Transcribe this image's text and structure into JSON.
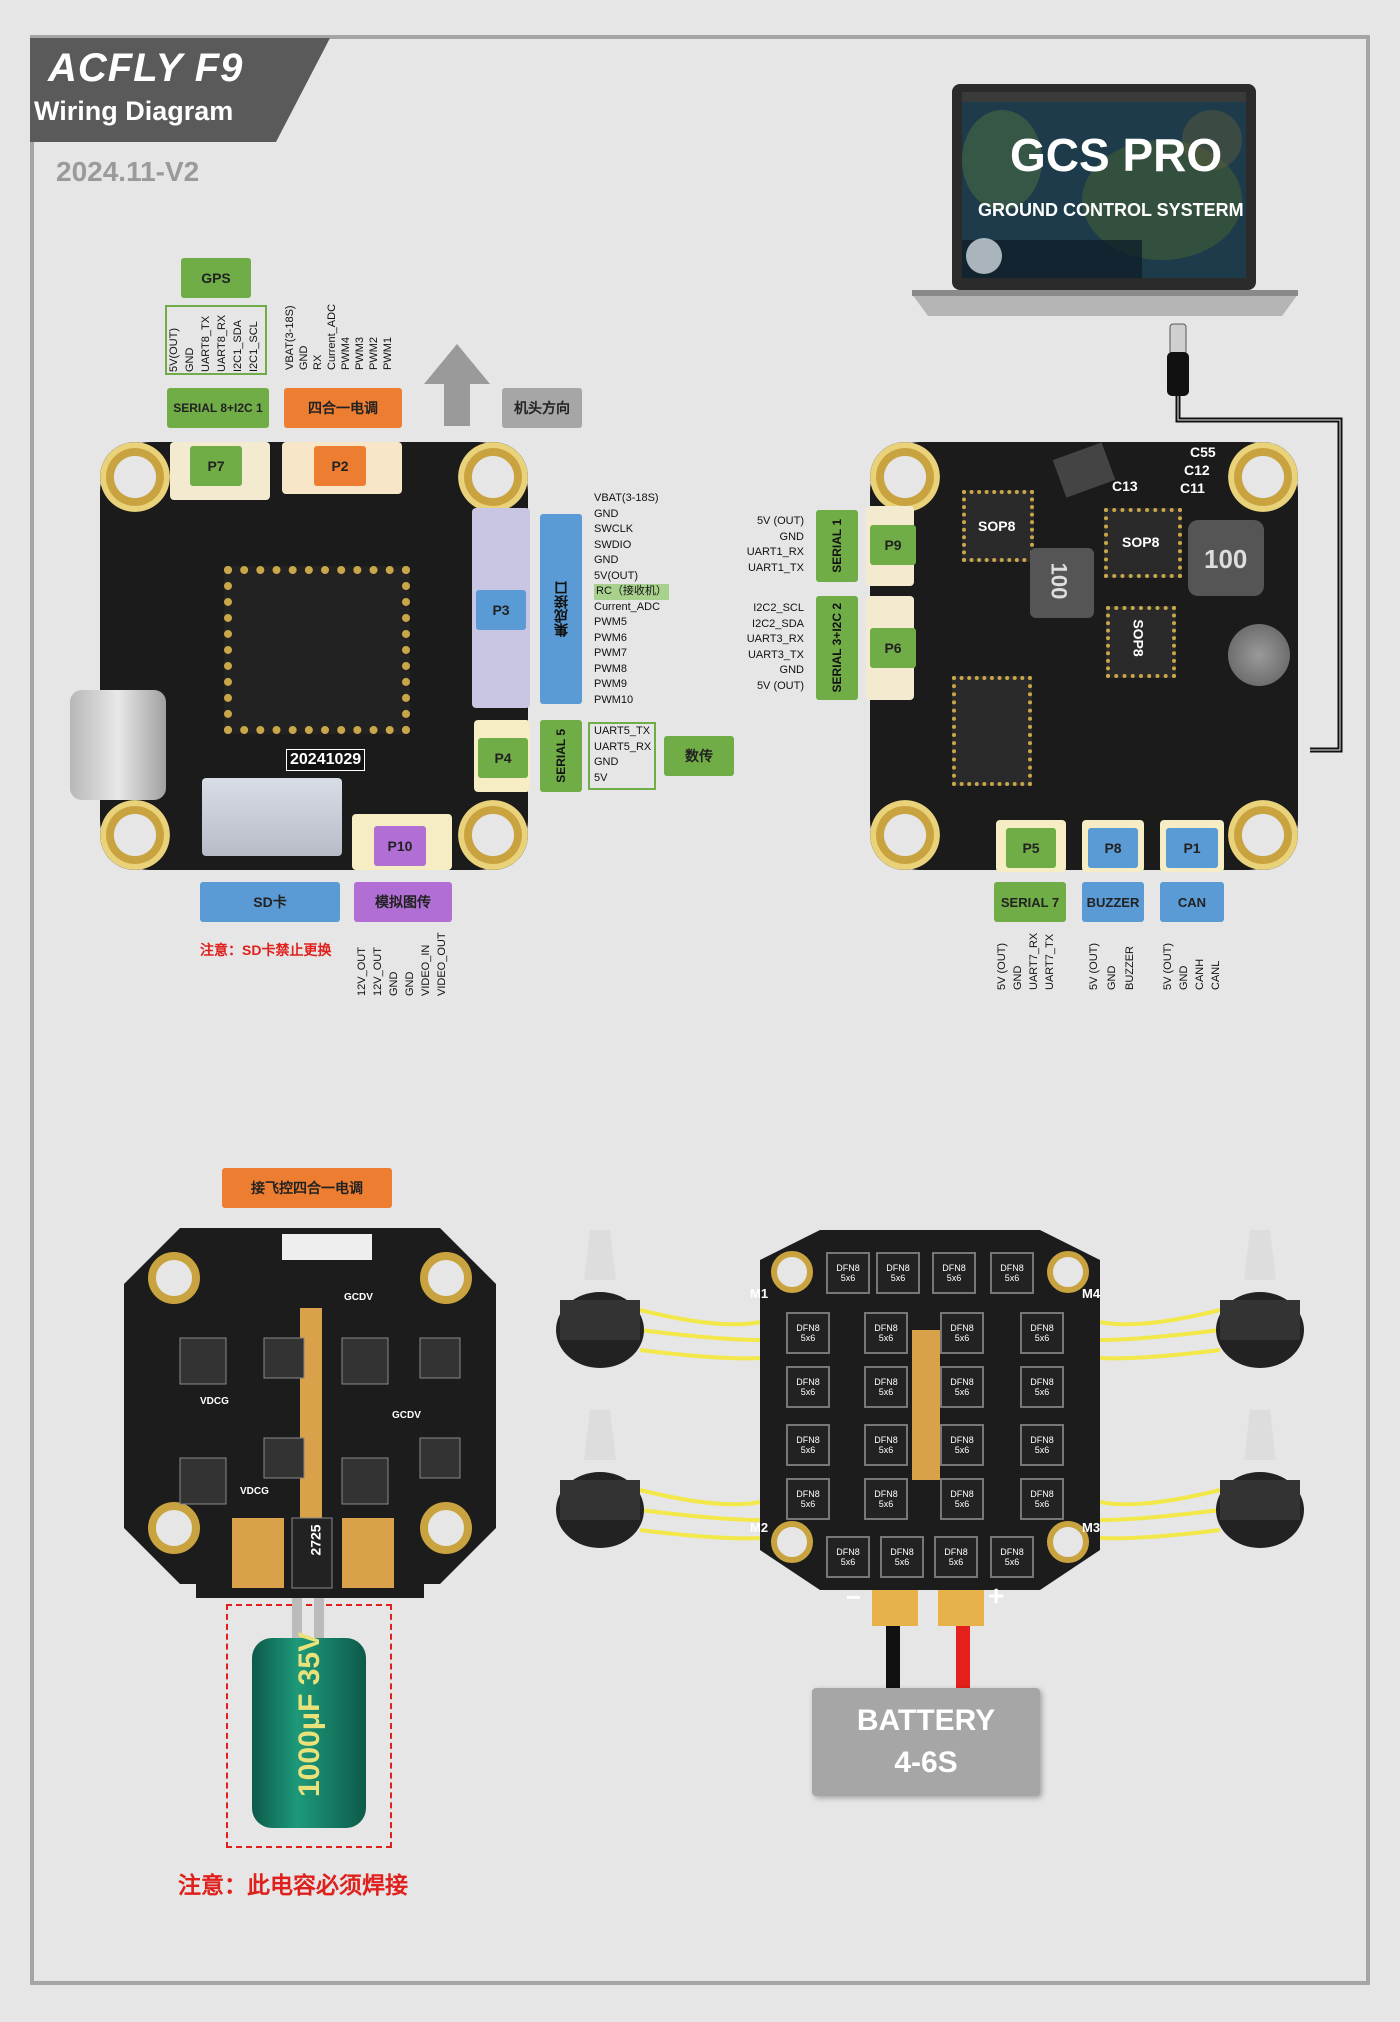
{
  "header": {
    "brand": "ACFLY F9",
    "subtitle": "Wiring Diagram",
    "version": "2024.11-V2"
  },
  "laptop": {
    "title": "GCS PRO",
    "subtitle": "GROUND CONTROL SYSTERM"
  },
  "fc_left": {
    "chip_label": "20241029",
    "gps_label": "GPS",
    "gps_pins": [
      "5V(OUT)",
      "GND",
      "UART8_TX",
      "UART8_RX",
      "I2C1_SDA",
      "I2C1_SCL"
    ],
    "esc_pins": [
      "VBAT(3-18S)",
      "GND",
      "RX",
      "Current_ADC",
      "PWM4",
      "PWM3",
      "PWM2",
      "PWM1"
    ],
    "serial8_label": "SERIAL 8+I2C 1",
    "esc_label": "四合一电调",
    "heading_label": "机头方向",
    "p7": "P7",
    "p2": "P2",
    "p3": "P3",
    "p4": "P4",
    "p10": "P10",
    "p3_group": "集成接口",
    "p3_pins": [
      "VBAT(3-18S)",
      "GND",
      "SWCLK",
      "SWDIO",
      "GND",
      "5V(OUT)",
      "RC（接收机）",
      "Current_ADC",
      "PWM5",
      "PWM6",
      "PWM7",
      "PWM8",
      "PWM9",
      "PWM10"
    ],
    "serial5_label": "SERIAL 5",
    "p4_pins": [
      "UART5_TX",
      "UART5_RX",
      "GND",
      "5V"
    ],
    "telemetry_label": "数传",
    "sd_label": "SD卡",
    "sd_note": "注意：SD卡禁止更换",
    "video_label": "模拟图传",
    "video_pins": [
      "12V_OUT",
      "12V_OUT",
      "GND",
      "GND",
      "VIDEO_IN",
      "VIDEO_OUT"
    ]
  },
  "fc_right": {
    "p9": "P9",
    "p6": "P6",
    "p5": "P5",
    "p8": "P8",
    "p1": "P1",
    "serial1_label": "SERIAL 1",
    "p9_pins": [
      "5V (OUT)",
      "GND",
      "UART1_RX",
      "UART1_TX"
    ],
    "serial3_label": "SERIAL 3+I2C 2",
    "p6_pins": [
      "I2C2_SCL",
      "I2C2_SDA",
      "UART3_RX",
      "UART3_TX",
      "GND",
      "5V (OUT)"
    ],
    "serial7_label": "SERIAL 7",
    "buzzer_label": "BUZZER",
    "can_label": "CAN",
    "p5_pins": [
      "5V (OUT)",
      "GND",
      "UART7_RX",
      "UART7_TX"
    ],
    "p8_pins": [
      "5V (OUT)",
      "GND",
      "BUZZER"
    ],
    "p1_pins": [
      "5V (OUT)",
      "GND",
      "CANH",
      "CANL"
    ],
    "component_labels": [
      "C55",
      "C12",
      "C13",
      "C11",
      "SOP8",
      "SOP8",
      "100",
      "100",
      "SOP8"
    ]
  },
  "esc_left": {
    "connect_label": "接飞控四合一电调",
    "board_labels": [
      "GCDV",
      "VDCG",
      "GCDV",
      "VDCG",
      "2725"
    ],
    "capacitor_text": "1000μF 35V",
    "note": "注意：此电容必须焊接"
  },
  "esc_right": {
    "chip_label": "DFN8 5x6",
    "motor_labels": [
      "M1",
      "M4",
      "M2",
      "M3"
    ],
    "minus": "−",
    "plus": "+",
    "battery_line1": "BATTERY",
    "battery_line2": "4-6S"
  },
  "colors": {
    "green": "#70ad47",
    "orange": "#ed7d31",
    "blue": "#5b9bd5",
    "purple": "#b16fd6",
    "gray": "#a6a6a6",
    "red_note": "#e0201c",
    "pcb": "#1c1c1c",
    "wire_yellow": "#f3e84a"
  }
}
